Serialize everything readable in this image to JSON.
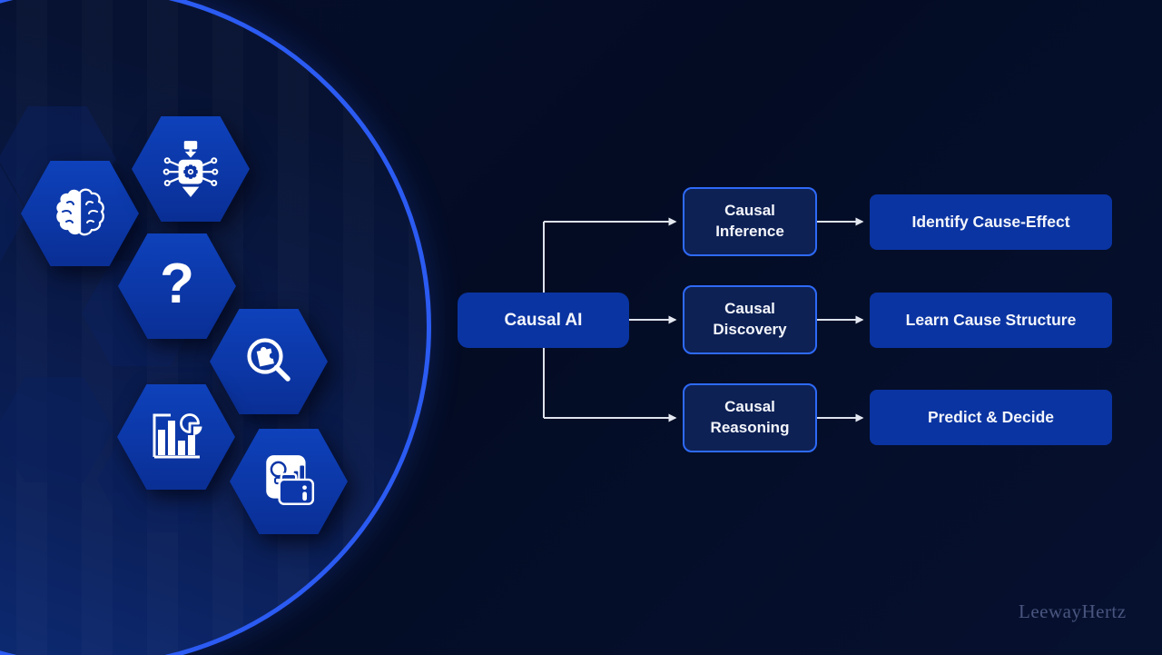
{
  "watermark": "LeewayHertz",
  "flowchart": {
    "root": {
      "label": "Causal AI"
    },
    "branches": [
      {
        "label": "Causal Inference",
        "outcome": "Identify Cause-Effect"
      },
      {
        "label": "Causal Discovery",
        "outcome": "Learn Cause Structure"
      },
      {
        "label": "Causal Reasoning",
        "outcome": "Predict & Decide"
      }
    ]
  },
  "decor": {
    "question_mark": "?",
    "icons": [
      "brain-icon",
      "ai-chip-icon",
      "question-mark-icon",
      "search-puzzle-icon",
      "bar-pie-chart-icon",
      "insight-folder-icon"
    ],
    "colors": {
      "background": "#05102b",
      "circle_stroke": "#2b5bf2",
      "circle_fill_gradient": [
        "#071232",
        "#0e2f80"
      ],
      "hexagon_blue": "#0c38ac",
      "hexagon_faded": "#0a205e",
      "node_fill_blue": "#0a34a2",
      "node_outline_fill": "#0d2155",
      "node_outline_border": "#2e6af8",
      "connector": "#e3e7f0",
      "text": "#ffffff"
    }
  }
}
